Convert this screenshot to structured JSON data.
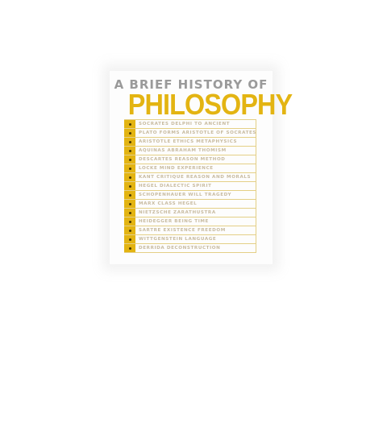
{
  "poster": {
    "subtitle": "A BRIEF HISTORY OF",
    "title": "PHILOSOPHY",
    "accent_color": "#e3b412",
    "items": [
      {
        "label": "SOCRATES DELPHI TO ANCIENT"
      },
      {
        "label": "PLATO FORMS ARISTOTLE OF SOCRATES"
      },
      {
        "label": "ARISTOTLE ETHICS METAPHYSICS"
      },
      {
        "label": "AQUINAS ABRAHAM THOMISM"
      },
      {
        "label": "DESCARTES REASON METHOD"
      },
      {
        "label": "LOCKE MIND EXPERIENCE"
      },
      {
        "label": "KANT CRITIQUE REASON AND MORALS"
      },
      {
        "label": "HEGEL DIALECTIC SPIRIT"
      },
      {
        "label": "SCHOPENHAUER WILL TRAGEDY"
      },
      {
        "label": "MARX CLASS HEGEL"
      },
      {
        "label": "NIETZSCHE ZARATHUSTRA"
      },
      {
        "label": "HEIDEGGER BEING TIME"
      },
      {
        "label": "SARTRE EXISTENCE FREEDOM"
      },
      {
        "label": "WITTGENSTEIN LANGUAGE"
      },
      {
        "label": "DERRIDA DECONSTRUCTION"
      }
    ]
  }
}
